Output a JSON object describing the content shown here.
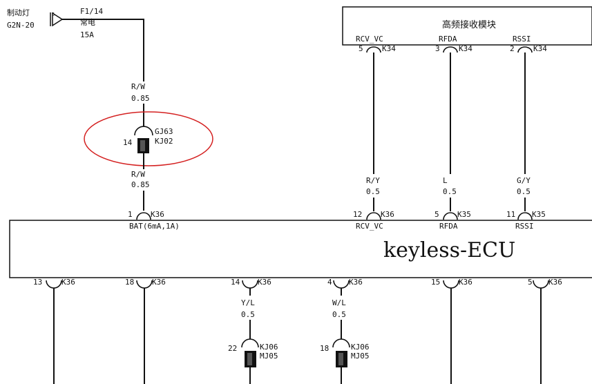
{
  "source": {
    "label": "制动灯",
    "code": "G2N-20",
    "fuse": "F1/14",
    "supply": "常电",
    "rating": "15A"
  },
  "rf_module": {
    "title": "高频接收模块",
    "pins": [
      {
        "signal": "RCV_VC",
        "pin": "5",
        "conn": "K34"
      },
      {
        "signal": "RFDA",
        "pin": "3",
        "conn": "K34"
      },
      {
        "signal": "RSSI",
        "pin": "2",
        "conn": "K34"
      }
    ]
  },
  "wire_bat_top": {
    "color": "R/W",
    "gauge": "0.85"
  },
  "splice": {
    "pin": "14",
    "conn_a": "GJ63",
    "conn_b": "KJ02"
  },
  "wire_bat_bottom": {
    "color": "R/W",
    "gauge": "0.85"
  },
  "mid_wires": [
    {
      "color": "R/Y",
      "gauge": "0.5"
    },
    {
      "color": "L",
      "gauge": "0.5"
    },
    {
      "color": "G/Y",
      "gauge": "0.5"
    }
  ],
  "ecu": {
    "name": "keyless-ECU",
    "top_pins": [
      {
        "pin": "1",
        "conn": "K36",
        "label": "BAT(6mA,1A)"
      },
      {
        "pin": "12",
        "conn": "K36",
        "label": "RCV_VC"
      },
      {
        "pin": "5",
        "conn": "K35",
        "label": "RFDA"
      },
      {
        "pin": "11",
        "conn": "K35",
        "label": "RSSI"
      }
    ],
    "bottom_pins": [
      {
        "pin": "13",
        "conn": "K36"
      },
      {
        "pin": "18",
        "conn": "K36"
      },
      {
        "pin": "14",
        "conn": "K36"
      },
      {
        "pin": "4",
        "conn": "K36"
      },
      {
        "pin": "15",
        "conn": "K36"
      },
      {
        "pin": "5",
        "conn": "K36"
      }
    ]
  },
  "bottom_wires": [
    {
      "color": "Y/L",
      "gauge": "0.5",
      "pin": "22",
      "conn_a": "KJ06",
      "conn_b": "MJ05"
    },
    {
      "color": "W/L",
      "gauge": "0.5",
      "pin": "18",
      "conn_a": "KJ06",
      "conn_b": "MJ05"
    }
  ],
  "highlight_color": "#d42020"
}
